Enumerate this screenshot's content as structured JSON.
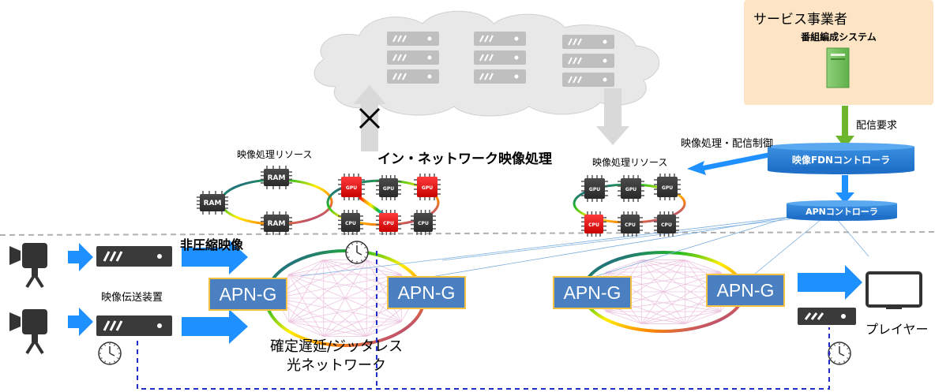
{
  "provider": {
    "title": "サービス事業者",
    "system": "番組編成システム"
  },
  "labels": {
    "delivery_request": "配信要求",
    "video_control": "映像処理・配信制御",
    "fdn_controller": "映像FDNコントローラ",
    "apn_controller": "APNコントローラ",
    "in_network": "イン・ネットワーク映像処理",
    "resources_left": "映像処理リソース",
    "resources_right": "映像処理リソース",
    "uncompressed": "非圧縮映像",
    "transmitter": "映像伝送装置",
    "network_line1": "確定遅延/ジッタレス",
    "network_line2": "光ネットワーク",
    "player": "プレイヤー"
  },
  "apn_nodes": [
    "APN-G",
    "APN-G",
    "APN-G",
    "APN-G"
  ],
  "chips": {
    "ram": "RAM",
    "gpu": "GPU",
    "cpu": "CPU"
  },
  "colors": {
    "arrow_blue": "#1e90ff",
    "apn_fill": "#4a7fc1",
    "apn_border": "#f4c242",
    "provider_bg": "#fce4c4",
    "dash_blue": "#1f2ec8",
    "green_arrow": "#6cb52d",
    "gray_arrow": "#d9d9d9"
  },
  "icons": [
    "cloud-icon",
    "server-icon",
    "camera-icon",
    "transmitter-icon",
    "clock-icon",
    "monitor-icon",
    "chip-icon",
    "cross-icon"
  ]
}
